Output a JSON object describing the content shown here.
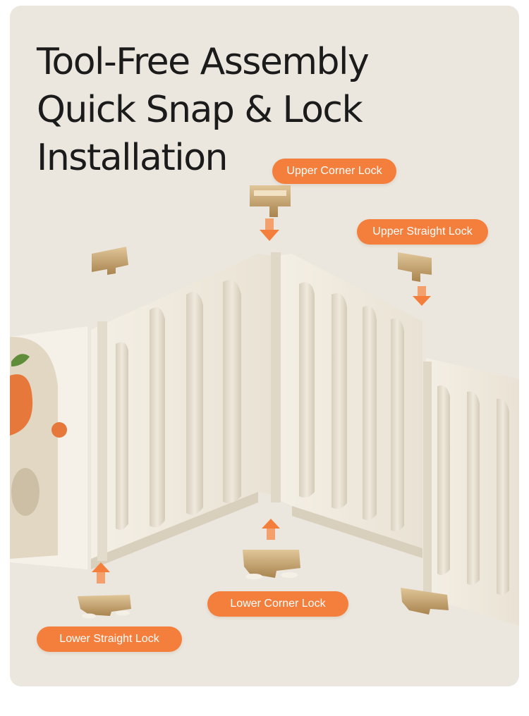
{
  "headline": {
    "line1": "Tool-Free Assembly",
    "line2": "Quick Snap & Lock",
    "line3": "Installation"
  },
  "labels": {
    "upper_corner_lock": "Upper Corner Lock",
    "upper_straight_lock": "Upper Straight Lock",
    "lower_corner_lock": "Lower Corner Lock",
    "lower_straight_lock": "Lower Straight Lock"
  },
  "colors": {
    "background": "#ebe7de",
    "panel": "#f2ede3",
    "accent_orange": "#f47f3c",
    "lock_gold": "#c6a472",
    "text": "#1b1b1b"
  },
  "icons": [
    "arrow-down-icon",
    "arrow-up-icon",
    "corner-lock-icon",
    "straight-lock-icon",
    "leaf-icon"
  ]
}
